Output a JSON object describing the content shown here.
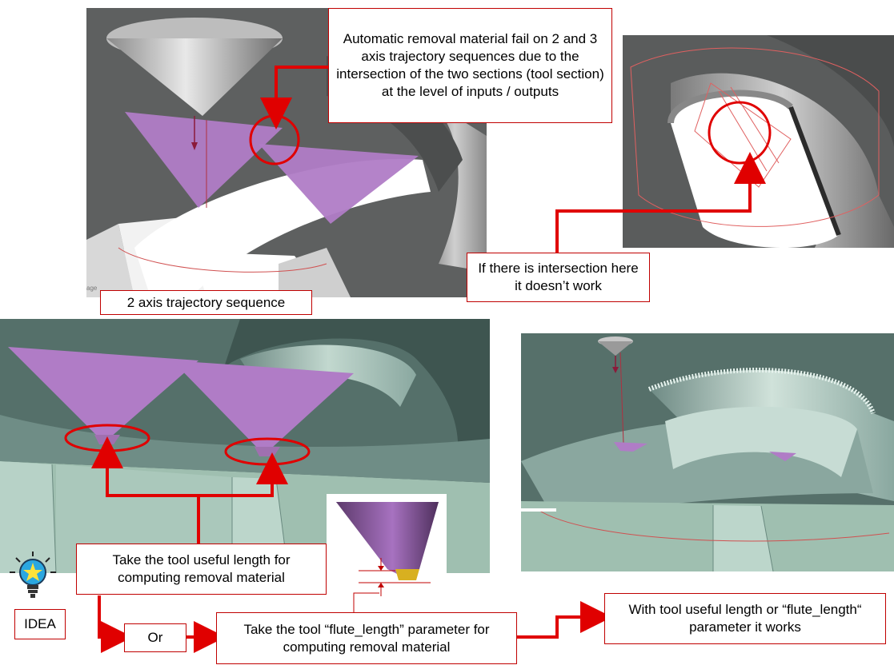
{
  "annotations": {
    "top_callout": "Automatic removal material fail on 2 and 3 axis trajectory sequences due to the intersection of the two sections (tool section) at the level of inputs / outputs",
    "intersection_callout": "If there is intersection here it doesn’t work",
    "two_axis_label": "2 axis trajectory sequence",
    "useful_length_callout": "Take the tool useful length for computing removal material",
    "or_label": "Or",
    "flute_length_callout": "Take the tool “flute_length”  parameter for computing removal material",
    "works_callout": "With tool useful length or “flute_length“ parameter  it works",
    "idea_label": "IDEA",
    "image_edge_label": "age"
  },
  "colors": {
    "callout_border": "#c00000",
    "arrow_red": "#e00000",
    "tool_section_purple": "#b07cc6",
    "dark_part": "#5e6060",
    "green_part": "#9fbfb0",
    "flute_tip": "#d8b020"
  },
  "icons": {
    "idea": "lightbulb-icon"
  }
}
